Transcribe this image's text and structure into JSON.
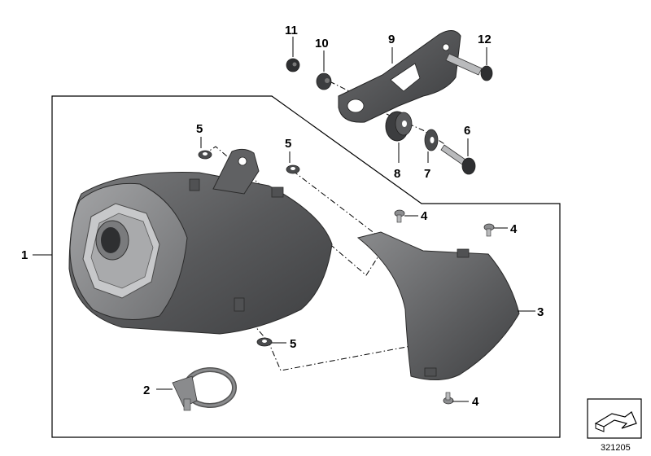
{
  "diagram": {
    "callouts": {
      "c1": "1",
      "c2": "2",
      "c3": "3",
      "c4a": "4",
      "c4b": "4",
      "c4c": "4",
      "c5a": "5",
      "c5b": "5",
      "c5c": "5",
      "c6": "6",
      "c7": "7",
      "c8": "8",
      "c9": "9",
      "c10": "10",
      "c11": "11",
      "c12": "12"
    },
    "reference_number": "321205",
    "colors": {
      "line": "#000000",
      "part_dark": "#4a4b4d",
      "part_mid": "#6b6c6e",
      "part_light": "#9a9b9d",
      "metal": "#b9babc"
    }
  }
}
